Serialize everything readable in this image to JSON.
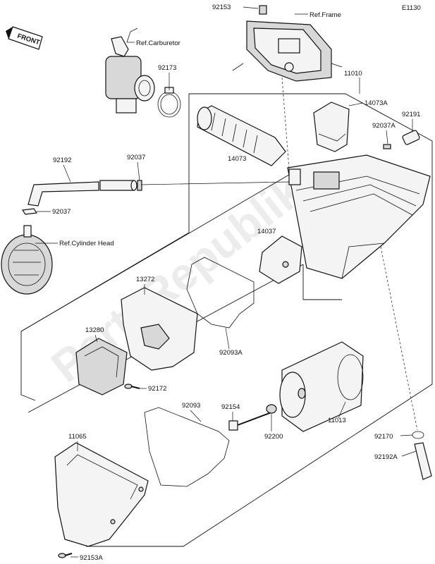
{
  "page_code": "E1130",
  "front_badge": "FRONT",
  "watermark": "PartsRepublik",
  "refs": {
    "carburetor": "Ref.Carburetor",
    "frame": "Ref.Frame",
    "cylinder_head": "Ref.Cylinder Head"
  },
  "parts": {
    "p92153": "92153",
    "p11010": "11010",
    "p92173": "92173",
    "p14073A": "14073A",
    "p92191": "92191",
    "p92037A": "92037A",
    "p14073": "14073",
    "p92192": "92192",
    "p92037_top": "92037",
    "p92037_low": "92037",
    "p14037": "14037",
    "p13272": "13272",
    "p13280": "13280",
    "p92093A": "92093A",
    "p92172": "92172",
    "p92093": "92093",
    "p92154": "92154",
    "p92200": "92200",
    "p11013": "11013",
    "p92170": "92170",
    "p92192A": "92192A",
    "p11065": "11065",
    "p92153A": "92153A"
  }
}
